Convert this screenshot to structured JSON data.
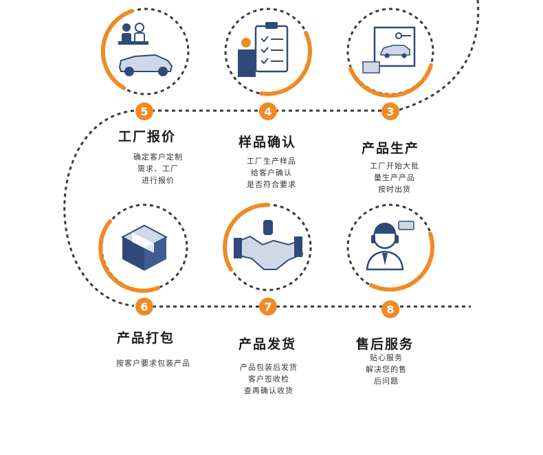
{
  "colors": {
    "accent": "#f08a24",
    "dash": "#3a3a3a",
    "icon": "#2f4a78",
    "icon_light": "#cfd8e6"
  },
  "steps": [
    {
      "num": "3",
      "title": "产品生产",
      "desc": [
        "工厂开始大批",
        "量生产产品",
        "按时出货"
      ],
      "icon": "car-key-document-icon"
    },
    {
      "num": "4",
      "title": "样品确认",
      "desc": [
        "工厂生产样品",
        "给客户确认",
        "是否符合要求"
      ],
      "icon": "clipboard-checklist-icon"
    },
    {
      "num": "5",
      "title": "工厂报价",
      "desc": [
        "确定客户定制",
        "需求、工厂",
        "进行报价"
      ],
      "icon": "car-dealer-icon"
    },
    {
      "num": "6",
      "title": "产品打包",
      "desc": [
        "按客户要求包装产品"
      ],
      "icon": "package-box-icon"
    },
    {
      "num": "7",
      "title": "产品发货",
      "desc": [
        "产品包装后发货",
        "客户签收检",
        "查再确认收货"
      ],
      "icon": "handshake-icon"
    },
    {
      "num": "8",
      "title": "售后服务",
      "desc": [
        "贴心服务",
        "解决您的售",
        "后问题"
      ],
      "icon": "customer-service-icon"
    }
  ]
}
